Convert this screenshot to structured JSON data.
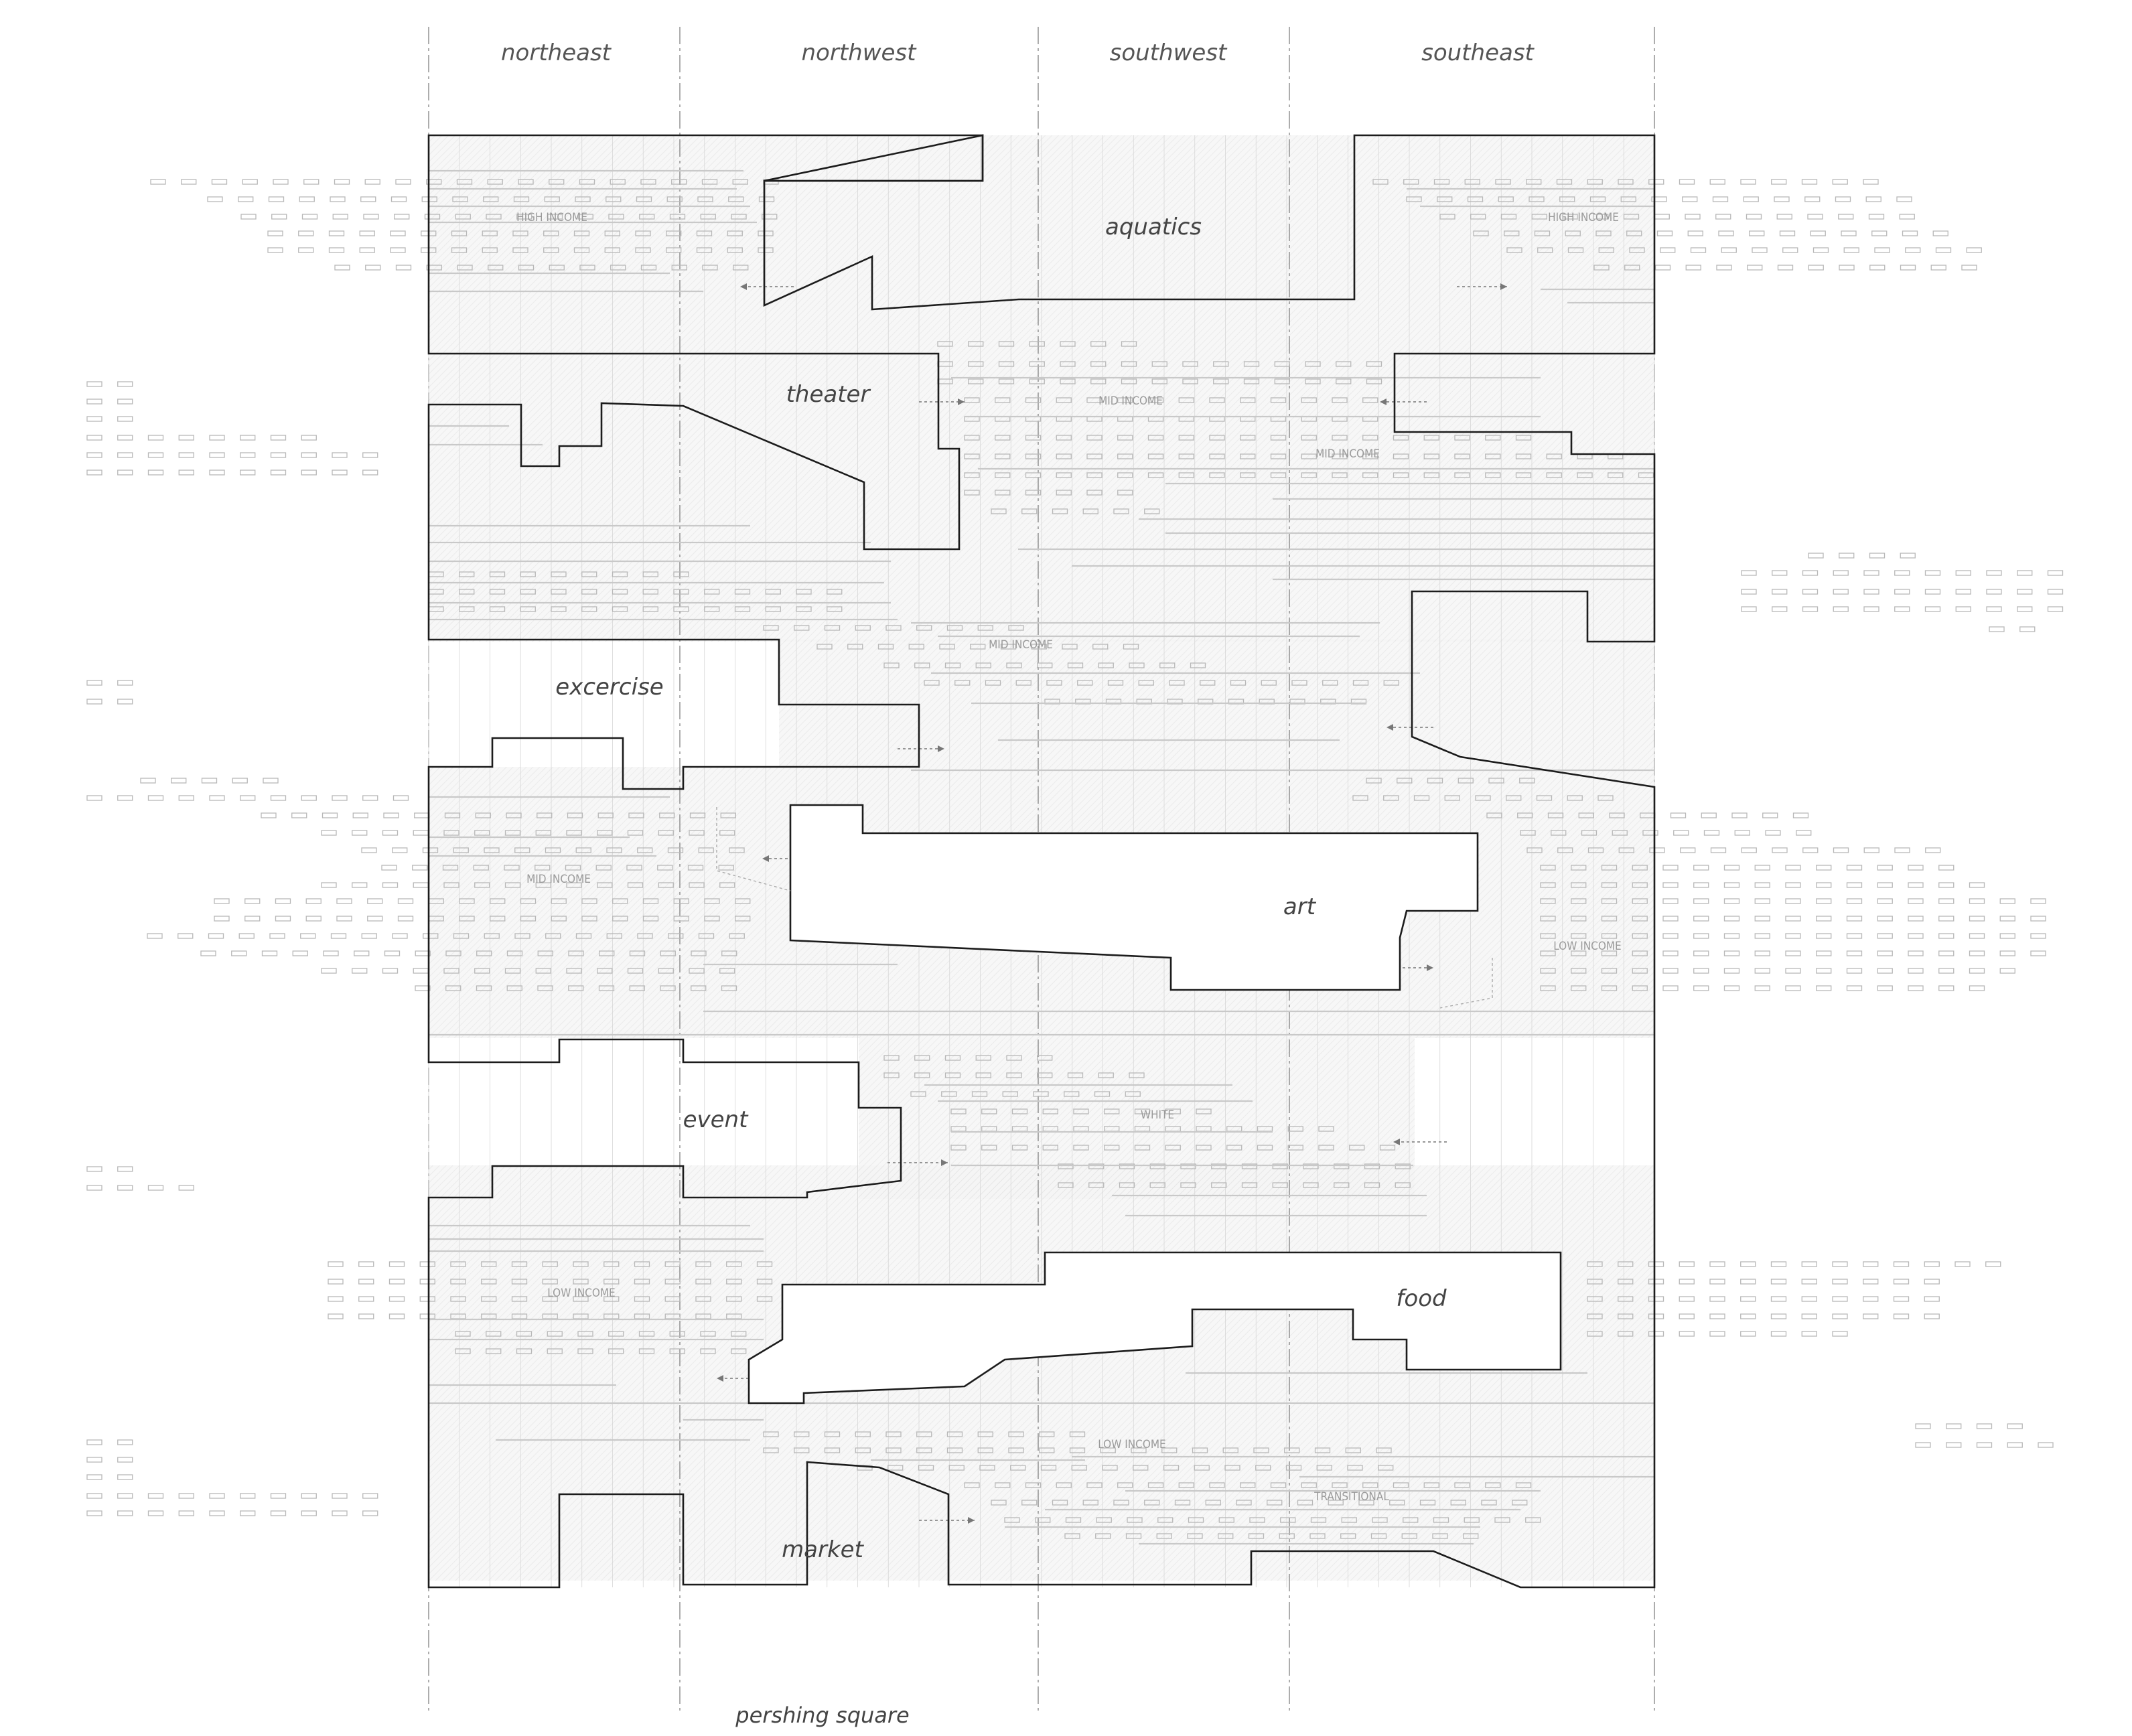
{
  "districts": [
    "northeast",
    "northwest",
    "southwest",
    "southeast"
  ],
  "programs": {
    "aquatics": "aquatics",
    "theater": "theater",
    "excercise": "excercise",
    "art": "art",
    "event": "event",
    "food": "food",
    "market": "market"
  },
  "site_label": "pershing square",
  "income_labels": {
    "high": "HIGH INCOME",
    "mid": "MID INCOME",
    "low": "LOW INCOME",
    "white": "WHITE",
    "transitional": "TRANSITIONAL"
  },
  "colors": {
    "footprint_stroke": "#1c1c1c",
    "zone_fill": "#f2f2f2",
    "hatch": "#e2e2e2",
    "dash_cell": "#b8b8b8",
    "grid": "#d6d6d6",
    "label": "#555555"
  }
}
